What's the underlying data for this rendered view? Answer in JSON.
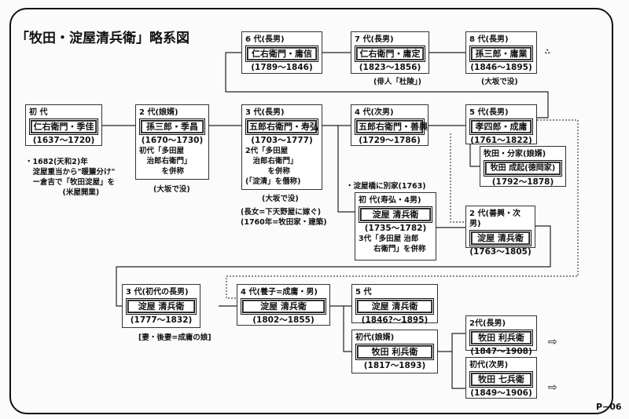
{
  "title": "「牧田・淀屋清兵衛」略系図",
  "page_number": "P−06",
  "nodes": {
    "n1": {
      "gen": "初 代",
      "name": "仁右衛門・季佳",
      "dates": "(1637〜1720)"
    },
    "n2": {
      "gen": "2 代(娘婿)",
      "name": "孫三郎・季昌",
      "dates": "(1670〜1730)",
      "extra": [
        "初代「多田屋",
        "　治郎右衛門」",
        "　　　を併称"
      ]
    },
    "n3": {
      "gen": "3 代(長男)",
      "name": "五郎右衛門・寿弘",
      "dates": "(1703〜1777)",
      "extra": [
        "2代「多田屋",
        "　治郎右衛門」",
        "　　　を併称",
        "(「淀清」を僭称)"
      ]
    },
    "n4": {
      "gen": "4 代(次男)",
      "name": "五郎右衛門・善興",
      "dates": "(1729〜1786)"
    },
    "n5": {
      "gen": "5 代(長男)",
      "name": "孝四郎・成庸",
      "dates": "(1761〜1822)"
    },
    "n6": {
      "gen": "6 代(長男)",
      "name": "仁右衛門・庸信",
      "dates": "(1789〜1846)"
    },
    "n7": {
      "gen": "7 代(長男)",
      "name": "仁右衛門・庸定",
      "dates": "(1823〜1856)"
    },
    "n8": {
      "gen": "8 代(長男)",
      "name": "孫三郎・庸業",
      "dates": "(1846〜1895)"
    },
    "bunke": {
      "gen": "牧田・分家(娘婿)",
      "name": "牧田 成起(徳岡家)",
      "dates": "(1792〜1878)"
    },
    "y1": {
      "gen": "初 代(寿弘・4男)",
      "name": "淀屋 清兵衛",
      "dates": "(1735〜1782)",
      "extra": [
        "3代「多田屋 治郎",
        "　　右衛門」を併称"
      ]
    },
    "y2": {
      "gen": "2 代(善興・次男)",
      "name": "淀屋 清兵衛",
      "dates": "(1763〜1805)"
    },
    "y3": {
      "gen": "3 代(初代の長男)",
      "name": "淀屋 清兵衛",
      "dates": "(1777〜1832)"
    },
    "y4": {
      "gen": "4 代(養子=成庸・男)",
      "name": "淀屋 清兵衛",
      "dates": "(1802〜1855)"
    },
    "y5": {
      "gen": "5 代",
      "name": "淀屋 清兵衛",
      "dates": "(1846?〜1895)"
    },
    "m1": {
      "gen": "初代(娘婿)",
      "name": "牧田 利兵衛",
      "dates": "(1817〜1893)"
    },
    "m2": {
      "gen": "2代(長男)",
      "name": "牧田 利兵衛",
      "dates": "(1847〜1908)"
    },
    "m3": {
      "gen": "初代(次男)",
      "name": "牧田 七兵衛",
      "dates": "(1849〜1906)"
    }
  },
  "notes": {
    "n1": [
      "・1682(天和2)年",
      "　淀屋重当から\"暖簾分け\"",
      "　ー倉吉で「牧田淀屋」を",
      "　　　　　(米屋開業)"
    ],
    "n2": "(大坂で没)",
    "n3": "(大坂で没)",
    "n3_b": [
      "(長女=下天野屋に嫁ぐ)",
      "(1760年=牧田家・建築)"
    ],
    "n7": "(俳人「杜陵」)",
    "n8": "(大坂で没)",
    "n8_mark": "∴",
    "y1": "・淀屋橋に別家(1763)",
    "y3": "[妻・後妻=成庸の娘]",
    "arrow": "⇨"
  }
}
